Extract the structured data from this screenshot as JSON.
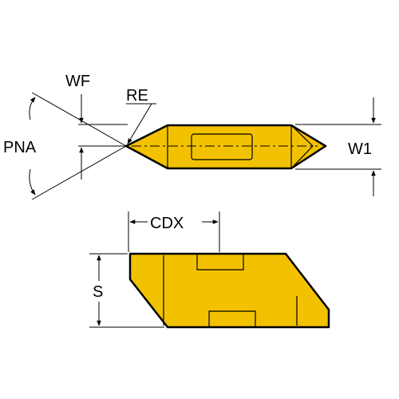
{
  "colors": {
    "insert_fill": "#F2C200",
    "outline": "#000000",
    "background": "#FFFFFF"
  },
  "labels": {
    "wf": "WF",
    "re": "RE",
    "pna": "PNA",
    "w1": "W1",
    "cdx": "CDX",
    "s": "S"
  }
}
